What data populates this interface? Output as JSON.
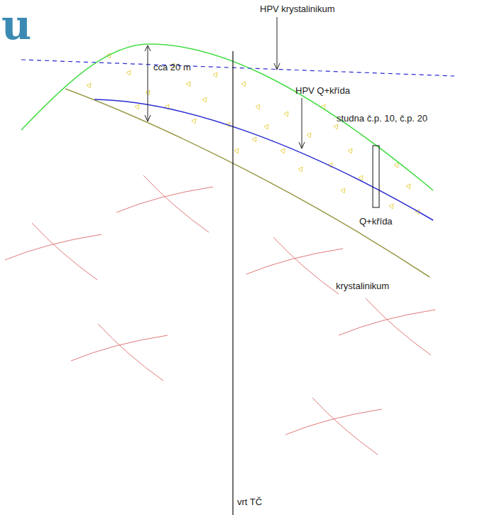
{
  "diagram": {
    "labels": [
      "u",
      "HPV krystalinikum",
      "cca 20 m",
      "HPV Q+křída",
      "studna č.p. 10, č.p. 20",
      "Q+křída",
      "krystalinikum",
      "vrt TČ"
    ]
  }
}
